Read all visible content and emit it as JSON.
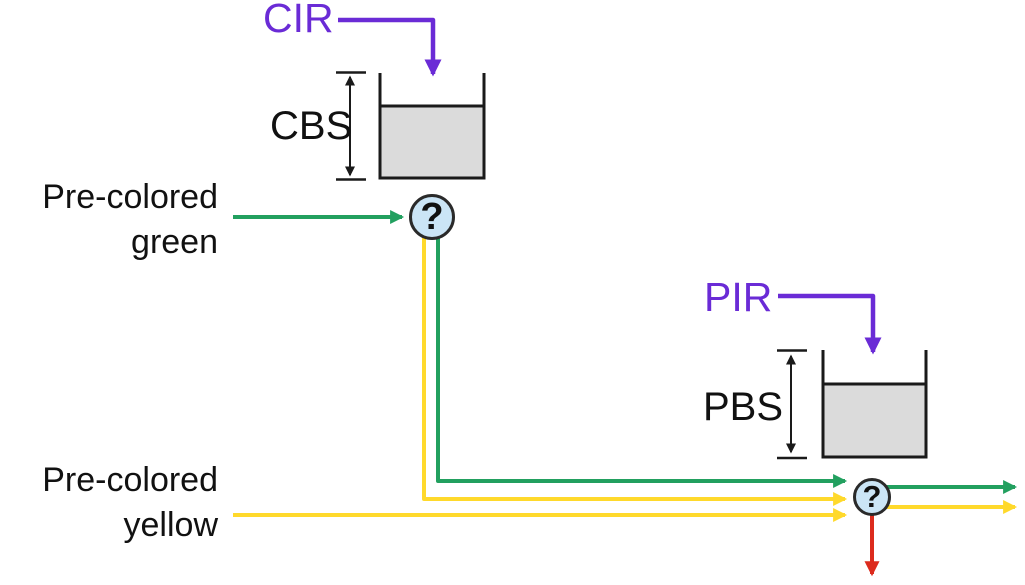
{
  "labels": {
    "cir": "CIR",
    "cbs": "CBS",
    "pir": "PIR",
    "pbs": "PBS",
    "pre_colored_green": {
      "line1": "Pre-colored",
      "line2": "green"
    },
    "pre_colored_yellow": {
      "line1": "Pre-colored",
      "line2": "yellow"
    },
    "marker_node_1": "?",
    "marker_node_2": "?"
  },
  "colors": {
    "green": "#22A05F",
    "yellow": "#FFD92B",
    "purple": "#6A2BD6",
    "red": "#DC2B1D",
    "black": "#1A1A1A",
    "bucket_fill": "#DBDBDB",
    "circle_fill": "#CBE5F6",
    "text": "#111111",
    "background": "#FFFFFF"
  }
}
